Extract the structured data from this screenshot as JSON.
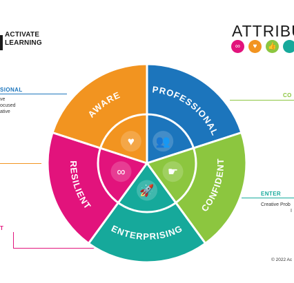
{
  "header": {
    "left_logo": [
      "ACTIVATE",
      "LEARNING"
    ],
    "right_logo": "ATTRIBU"
  },
  "attribute_icons": [
    {
      "icon": "link-icon",
      "color": "#e2137c"
    },
    {
      "icon": "heart-icon",
      "color": "#f29420"
    },
    {
      "icon": "thumbs-up-icon",
      "color": "#8cc63f"
    },
    {
      "icon": "partial-icon",
      "color": "#16a99b"
    }
  ],
  "wheel": {
    "segments": [
      {
        "label": "PROFESSIONAL",
        "color": "#1c75bc"
      },
      {
        "label": "CONFIDENT",
        "color": "#8cc63f"
      },
      {
        "label": "ENTERPRISING",
        "color": "#16a99b"
      },
      {
        "label": "RESILIENT",
        "color": "#e2137c"
      },
      {
        "label": "AWARE",
        "color": "#f29420"
      }
    ],
    "icons": [
      "people-icon",
      "pointing-hand-icon",
      "rocket-icon",
      "chain-link-icon",
      "heart-eye-icon"
    ]
  },
  "side_labels": {
    "professional": {
      "title": "SIONAL",
      "lines": [
        "ve",
        "ocused",
        "ative"
      ],
      "color": "#1c75bc"
    },
    "confident": {
      "title": "CO",
      "color": "#8cc63f"
    },
    "enterprising": {
      "title": "ENTER",
      "lines": [
        "Creative Prob",
        "I"
      ],
      "color": "#16a99b"
    },
    "resilient": {
      "title": "T",
      "color": "#e2137c"
    }
  },
  "footer": {
    "copyright": "© 2022 Ac"
  }
}
